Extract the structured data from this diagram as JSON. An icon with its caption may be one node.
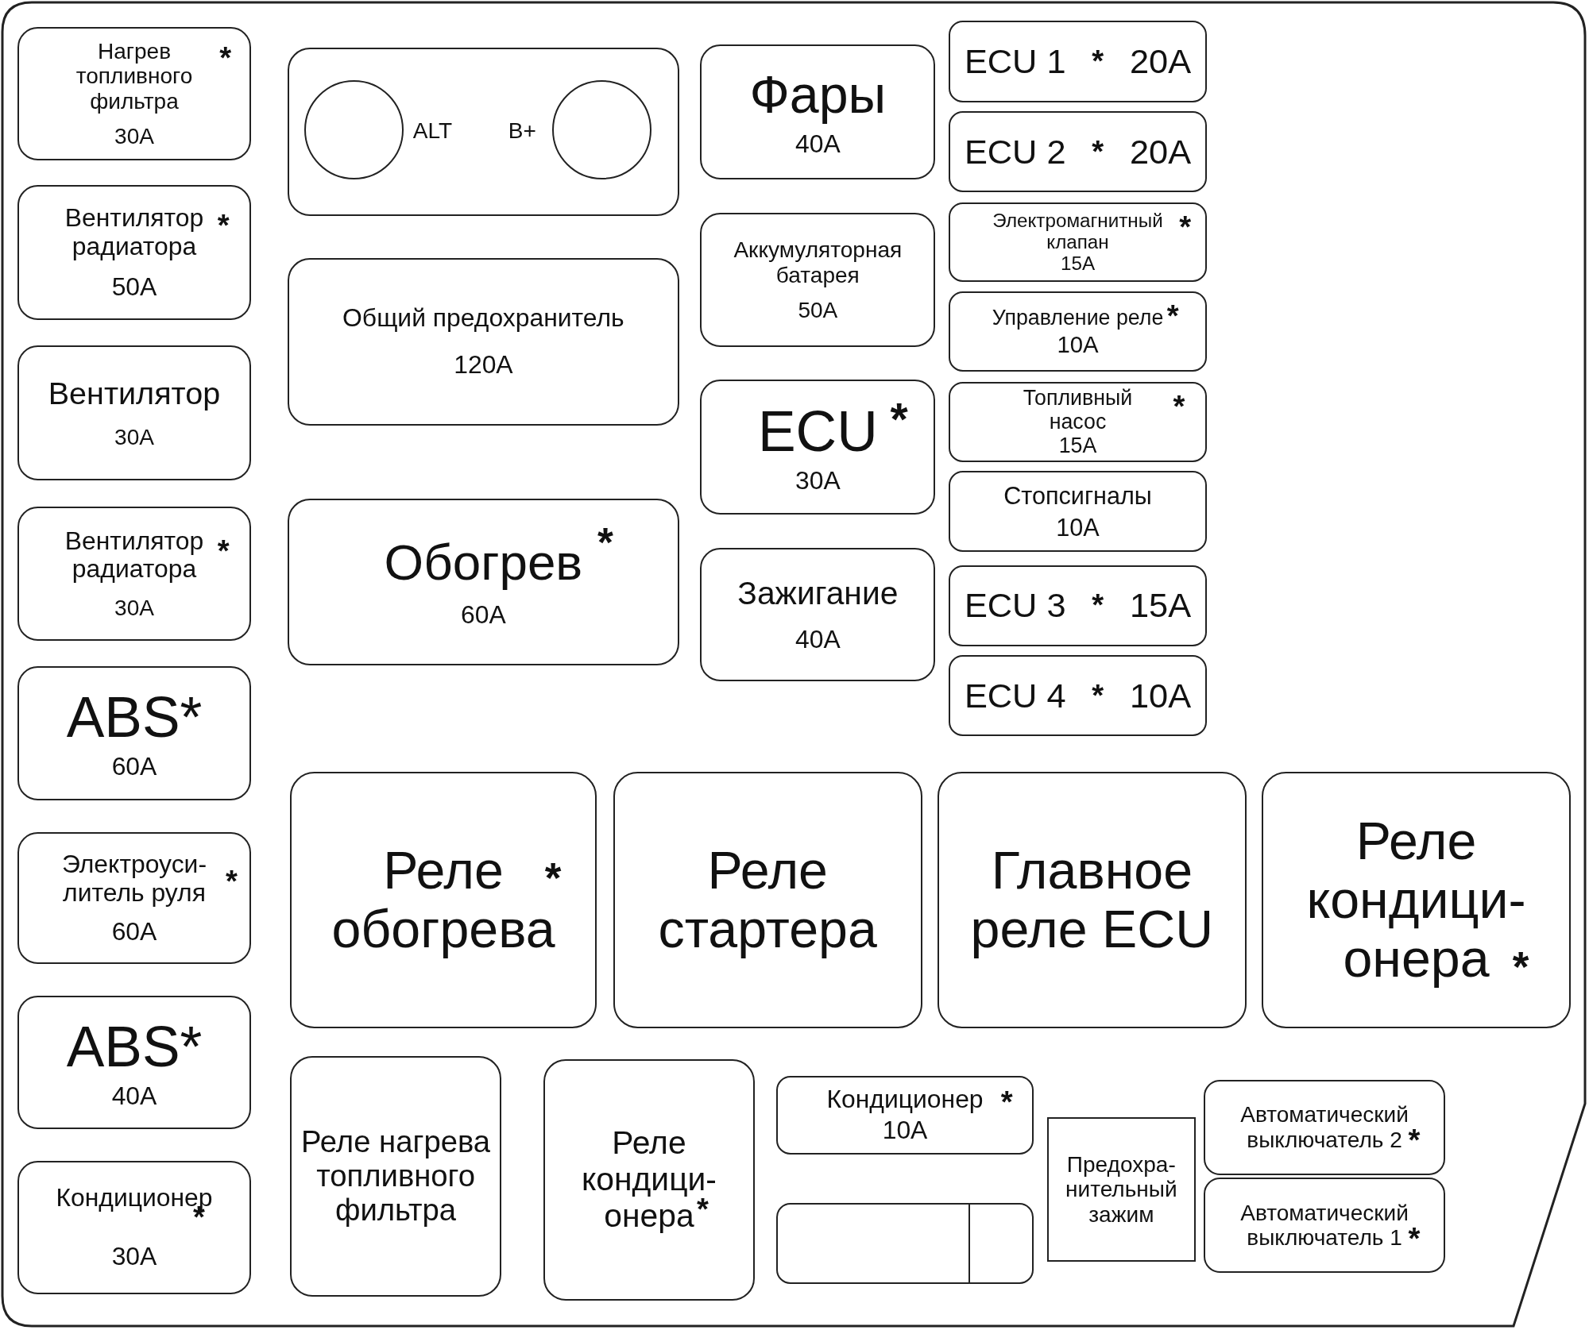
{
  "diagram": {
    "nodes": [
      {
        "text": [
          "Нагрев топливного фильтра",
          "*",
          "30A"
        ]
      },
      {
        "text": [
          "Вентилятор радиатора",
          "*",
          "50A"
        ]
      },
      {
        "text": [
          "Вентилятор",
          "30A"
        ]
      },
      {
        "text": [
          "Вентилятор радиатора",
          "*",
          "30A"
        ]
      },
      {
        "text": [
          "ABS*",
          "60A"
        ]
      },
      {
        "text": [
          "Электроуси-литель руля",
          "*",
          "60A"
        ]
      },
      {
        "text": [
          "ABS*",
          "40A"
        ]
      },
      {
        "text": [
          "Кондиционер",
          "*",
          "30A"
        ]
      },
      {
        "text": [
          "ALT",
          "B+"
        ]
      },
      {
        "text": [],
        "shape": "circle",
        "in": 8
      },
      {
        "text": [],
        "shape": "circle",
        "in": 8
      },
      {
        "text": [
          "Общий предохранитель",
          "120A"
        ]
      },
      {
        "text": [
          "Обогрев",
          "*",
          "60A"
        ]
      },
      {
        "text": [
          "Фары",
          "40A"
        ]
      },
      {
        "text": [
          "Аккумуляторная батарея",
          "50A"
        ]
      },
      {
        "text": [
          "ECU",
          "*",
          "30A"
        ]
      },
      {
        "text": [
          "Зажигание",
          "40A"
        ]
      },
      {
        "text": [
          "ECU 1",
          "*",
          "20A"
        ]
      },
      {
        "text": [
          "ECU 2",
          "*",
          "20A"
        ]
      },
      {
        "text": [
          "Электромагнитный клапан",
          "*",
          "15A"
        ]
      },
      {
        "text": [
          "Управление реле",
          "*",
          "10A"
        ]
      },
      {
        "text": [
          "Топливный насос",
          "*",
          "15A"
        ]
      },
      {
        "text": [
          "Стопсигналы",
          "10A"
        ]
      },
      {
        "text": [
          "ECU 3",
          "*",
          "15A"
        ]
      },
      {
        "text": [
          "ECU 4",
          "*",
          "10A"
        ]
      },
      {
        "text": [
          "Реле обогрева",
          "*"
        ]
      },
      {
        "text": [
          "Реле стартера"
        ]
      },
      {
        "text": [
          "Главное реле ECU"
        ]
      },
      {
        "text": [
          "Реле кондици-онера",
          "*"
        ]
      },
      {
        "text": [
          "Реле нагрева топливного фильтра"
        ]
      },
      {
        "text": [
          "Реле кондици-онера",
          "*"
        ]
      },
      {
        "text": [
          "Кондиционер",
          "*",
          "10A"
        ]
      },
      {
        "text": [],
        "shape": "box"
      },
      {
        "text": [
          "Предохра-нительный зажим"
        ]
      },
      {
        "text": [
          "Автоматический выключатель 2",
          "*"
        ]
      },
      {
        "text": [
          "Автоматический выключатель 1",
          "*"
        ]
      }
    ]
  }
}
